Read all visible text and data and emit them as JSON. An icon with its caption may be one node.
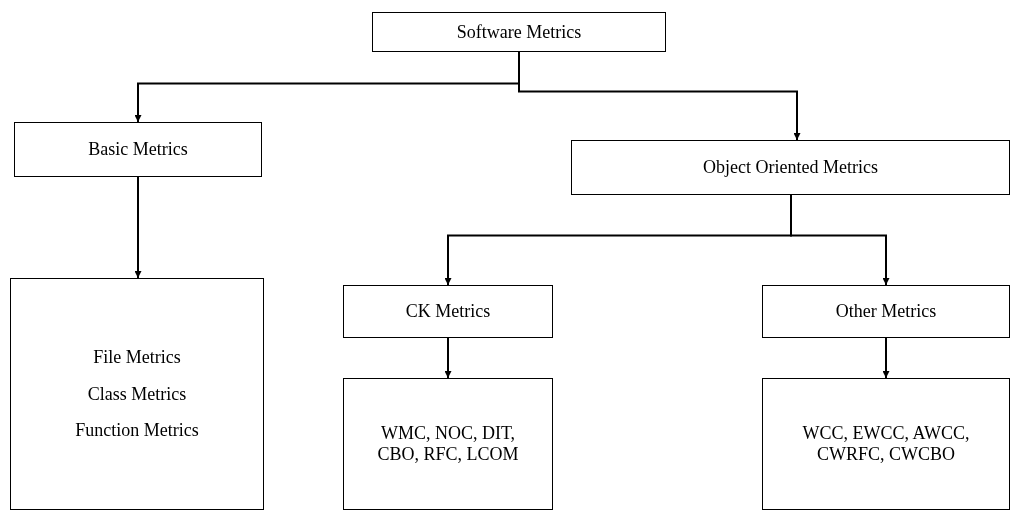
{
  "diagram": {
    "nodes": [
      {
        "text": [
          "Software Metrics"
        ]
      },
      {
        "text": [
          "Basic Metrics"
        ]
      },
      {
        "text": [
          "Object Oriented Metrics"
        ]
      },
      {
        "text": [
          "File Metrics",
          "Class Metrics",
          "Function Metrics"
        ]
      },
      {
        "text": [
          "CK Metrics"
        ]
      },
      {
        "text": [
          "Other Metrics"
        ]
      },
      {
        "text": [
          "WMC, NOC, DIT, CBO, RFC, LCOM"
        ]
      },
      {
        "text": [
          "WCC, EWCC, AWCC, CWRFC, CWCBO"
        ]
      }
    ],
    "edges": [
      {
        "from": 0,
        "to": 1,
        "arrow": "to"
      },
      {
        "from": 0,
        "to": 2,
        "arrow": "to"
      },
      {
        "from": 1,
        "to": 3,
        "arrow": "to"
      },
      {
        "from": 2,
        "to": 4,
        "arrow": "to"
      },
      {
        "from": 2,
        "to": 5,
        "arrow": "to"
      },
      {
        "from": 4,
        "to": 6,
        "arrow": "to"
      },
      {
        "from": 5,
        "to": 7,
        "arrow": "to"
      }
    ]
  }
}
